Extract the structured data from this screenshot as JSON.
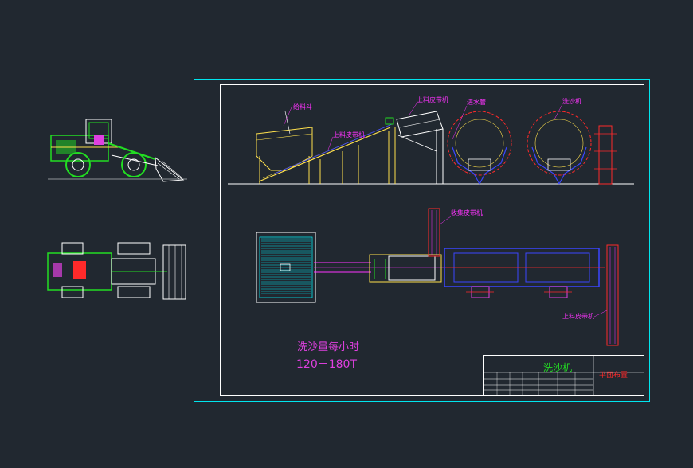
{
  "colors": {
    "background": "#212830",
    "frame": "#00e5ee",
    "inner_frame": "#ffffff",
    "label": "#ff33ff",
    "equipment_yellow": "#ffe14d",
    "equipment_blue": "#3a46ff",
    "equipment_green": "#22dd22",
    "equipment_red": "#ff2a2a",
    "capacity_text": "#e040e0"
  },
  "labels": {
    "hopper": "给料斗",
    "feed_belt": "上料皮带机",
    "top_belt": "上料皮带机",
    "water_pipe": "进水管",
    "sand_washer": "洗沙机",
    "collect_belt": "收集皮带机",
    "output_belt": "上料皮带机"
  },
  "capacity": {
    "title": "洗沙量每小时",
    "value": "120－180T"
  },
  "title_block": {
    "drawing_title": "洗沙机",
    "company": "平面布置"
  }
}
